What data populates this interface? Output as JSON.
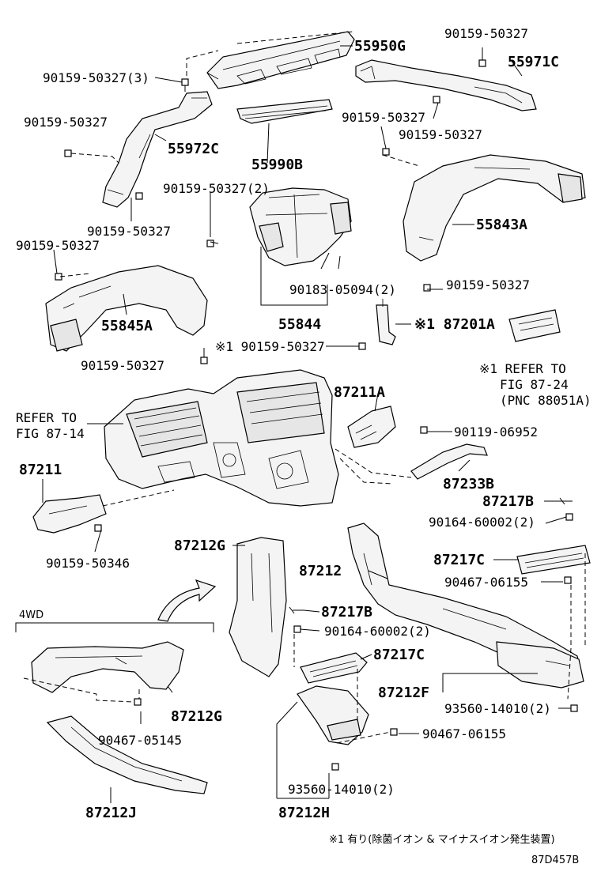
{
  "labels": {
    "p55950G": "55950G",
    "p90159_50327_top": "90159-50327",
    "p90159_50327_3": "90159-50327(3)",
    "p55971C": "55971C",
    "p90159_50327_a": "90159-50327",
    "p90159_50327_b": "90159-50327",
    "p90159_50327_c": "90159-50327",
    "p90159_50327_d": "90159-50327",
    "p55972C": "55972C",
    "p55990B": "55990B",
    "p90159_50327_2": "90159-50327(2)",
    "p90159_50327_e": "90159-50327",
    "p90159_50327_f": "90159-50327",
    "p55843A": "55843A",
    "p90183_05094": "90183-05094(2)",
    "p90159_50327_g": "90159-50327",
    "p55845A": "55845A",
    "p55844": "55844",
    "p87201A": "※1 87201A",
    "p90159_50327_h": "※1 90159-50327",
    "p90159_50327_i": "90159-50327",
    "refer_fig_87_24_a": "※1 REFER TO",
    "refer_fig_87_24_b": "FIG 87-24",
    "refer_fig_87_24_c": "(PNC 88051A)",
    "refer_fig_87_14_a": "REFER TO",
    "refer_fig_87_14_b": "FIG 87-14",
    "p87211A": "87211A",
    "p90119_06952": "90119-06952",
    "p87211": "87211",
    "p87233B": "87233B",
    "p87217B_top": "87217B",
    "p90164_60002_top": "90164-60002(2)",
    "p90159_50346": "90159-50346",
    "p87212G_top": "87212G",
    "p87212": "87212",
    "p87217C_top": "87217C",
    "p90467_06155_top": "90467-06155",
    "wd4": "4WD",
    "p87217B_mid": "87217B",
    "p90164_60002_mid": "90164-60002(2)",
    "p87217C_mid": "87217C",
    "p87212F": "87212F",
    "p93560_14010_right": "93560-14010(2)",
    "p87212G_bot": "87212G",
    "p90467_05145": "90467-05145",
    "p90467_06155_mid": "90467-06155",
    "p93560_14010_bot": "93560-14010(2)",
    "p87212J": "87212J",
    "p87212H": "87212H",
    "footnote": "※1 有り(除菌イオン & マイナスイオン発生装置)",
    "diagram_id": "87D457B"
  }
}
